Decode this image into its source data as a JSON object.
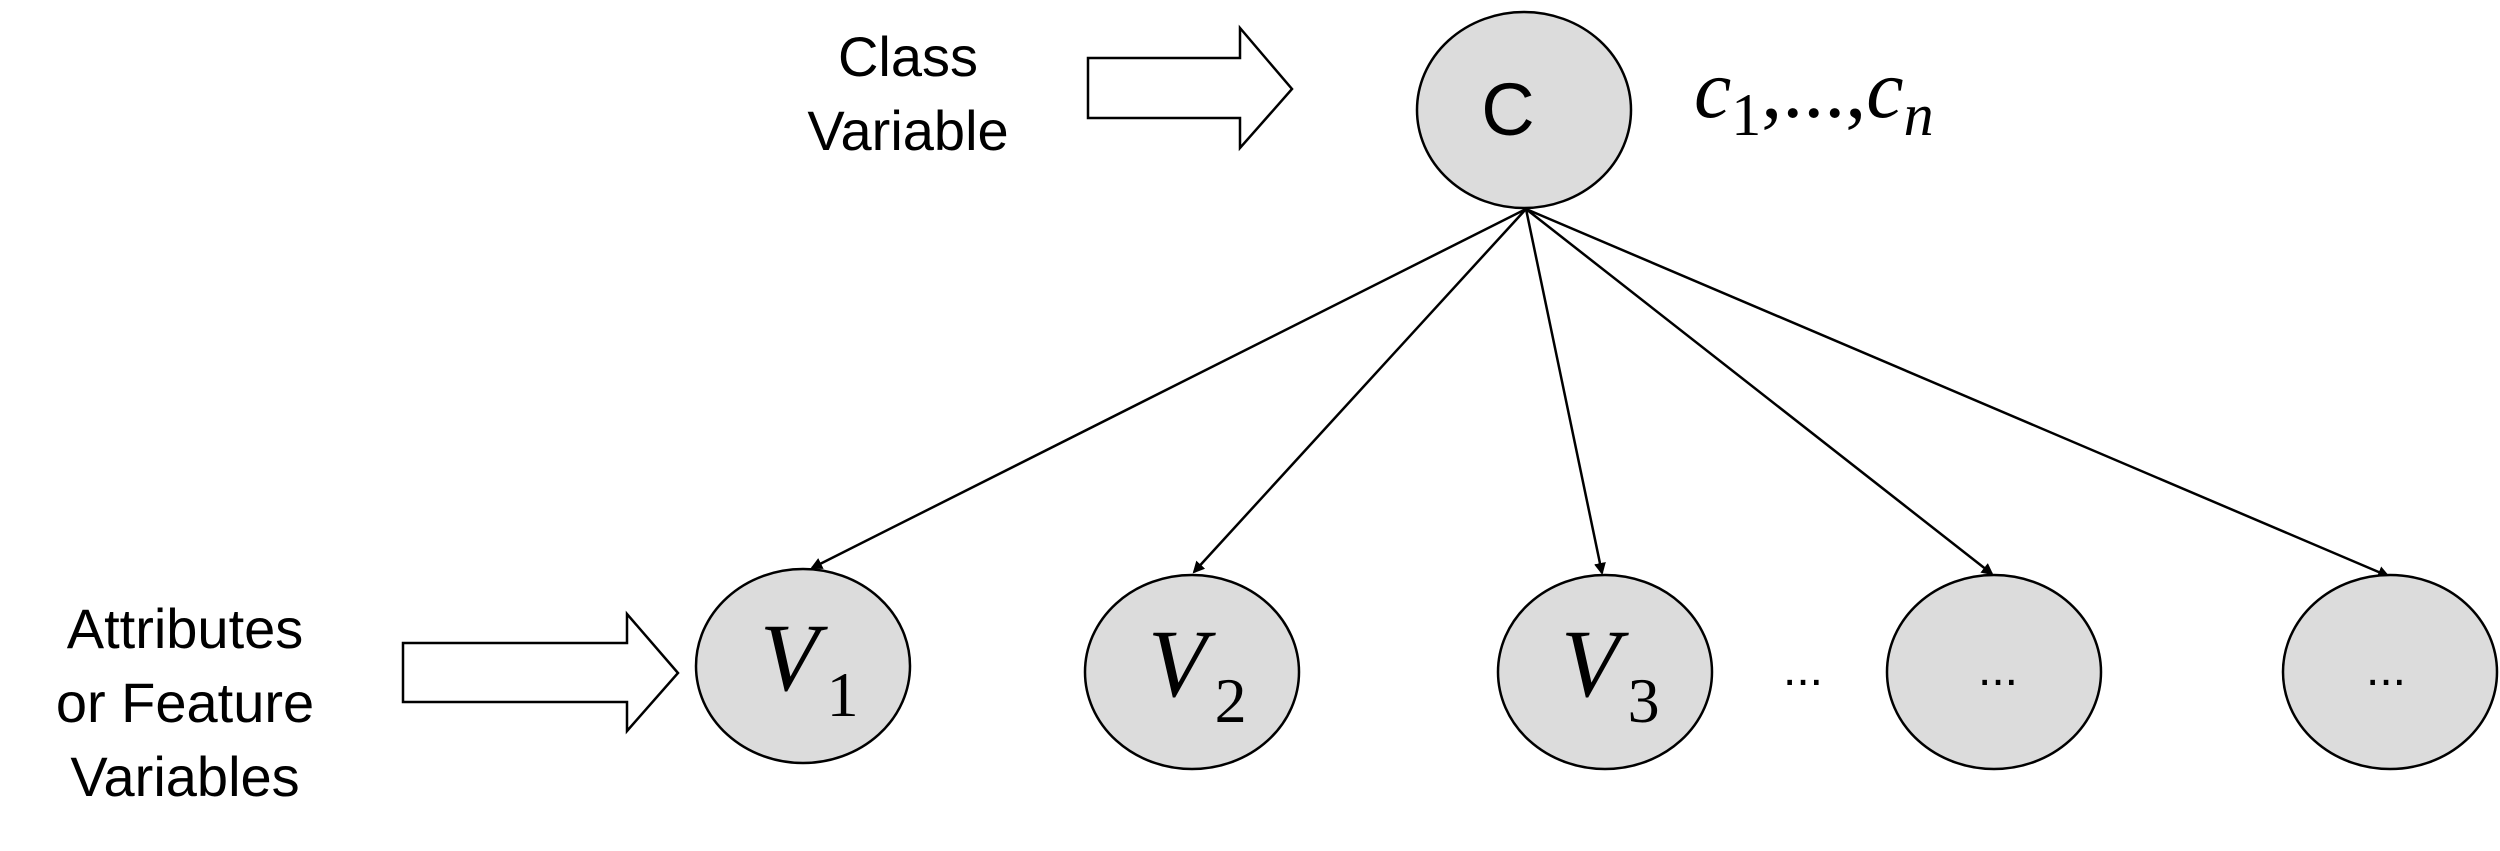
{
  "labels": {
    "class_variable_line1": "Class",
    "class_variable_line2": "Variable",
    "attributes_line1": "Attributes",
    "attributes_line2": "or Feature",
    "attributes_line3": "Variables"
  },
  "class_node": {
    "label": "C",
    "values_base_1": "c",
    "values_sub_1": "1",
    "values_mid": ",...,",
    "values_base_2": "c",
    "values_sub_2": "n"
  },
  "feature_nodes": [
    {
      "base": "V",
      "sub": "1"
    },
    {
      "base": "V",
      "sub": "2"
    },
    {
      "base": "V",
      "sub": "3"
    },
    {
      "base": "...",
      "sub": ""
    },
    {
      "base": "...",
      "sub": ""
    }
  ],
  "between_ellipsis": "...",
  "colors": {
    "node_fill": "#dcdcdc",
    "stroke": "#000000",
    "background": "#ffffff"
  }
}
